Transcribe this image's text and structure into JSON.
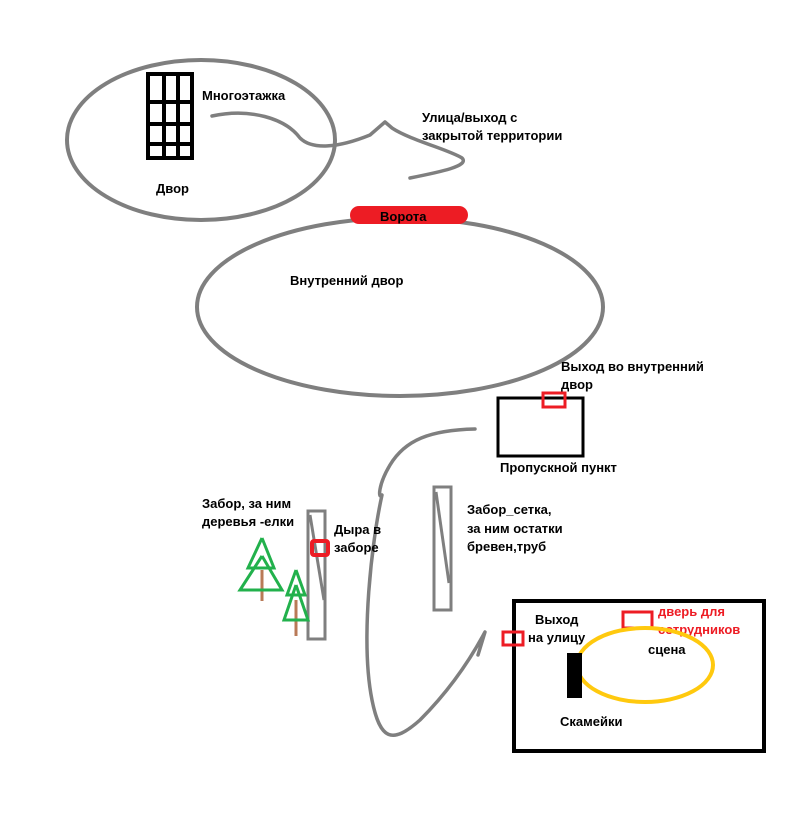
{
  "labels": {
    "building": "Многоэтажка",
    "yard": "Двор",
    "street_line1": "Улица/выход с",
    "street_line2": "закрытой территории",
    "gate": "Ворота",
    "inner_yard": "Внутренний двор",
    "exit_inner_line1": "Выход во внутренний",
    "exit_inner_line2": "двор",
    "checkpoint": "Пропускной  пункт",
    "fence_trees_line1": "Забор, за ним",
    "fence_trees_line2": "деревья -елки",
    "hole_line1": "Дыра в",
    "hole_line2": "заборе",
    "fence_mesh_line1": "Забор_сетка,",
    "fence_mesh_line2": "за ним остатки",
    "fence_mesh_line3": "бревен,труб",
    "exit_street_line1": "Выход",
    "exit_street_line2": "на улицу",
    "staff_door_line1": "дверь для",
    "staff_door_line2": "сотрудников",
    "stage": "сцена",
    "benches": "Скамейки"
  },
  "colors": {
    "outline_gray": "#7f7f7f",
    "black": "#000000",
    "red": "#ed1c24",
    "green": "#22b14c",
    "trunk": "#b97a57",
    "stage_yellow": "#ffc90e"
  }
}
